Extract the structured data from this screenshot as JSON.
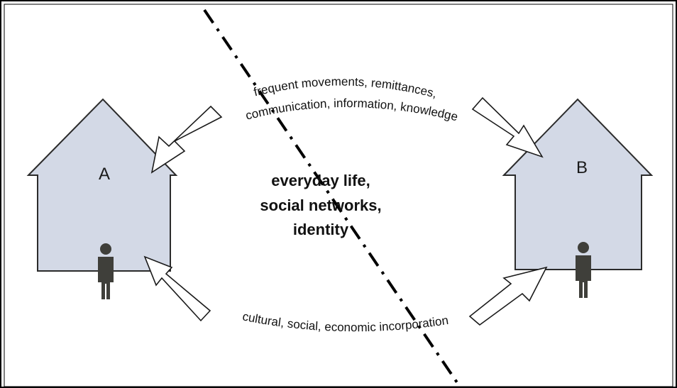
{
  "houses": [
    {
      "label": "A"
    },
    {
      "label": "B"
    }
  ],
  "top_flow_label": {
    "line1": "frequent movements, remittances,",
    "line2": "communication, information, knowledge"
  },
  "bottom_flow_label": "cultural, social, economic incorporation",
  "center_label": {
    "line1": "everyday life,",
    "line2": "social networks,",
    "line3": "identity"
  },
  "colors": {
    "house_fill": "#d3d9e6",
    "person": "#3f3f3a",
    "outline": "#2b2b2b"
  }
}
